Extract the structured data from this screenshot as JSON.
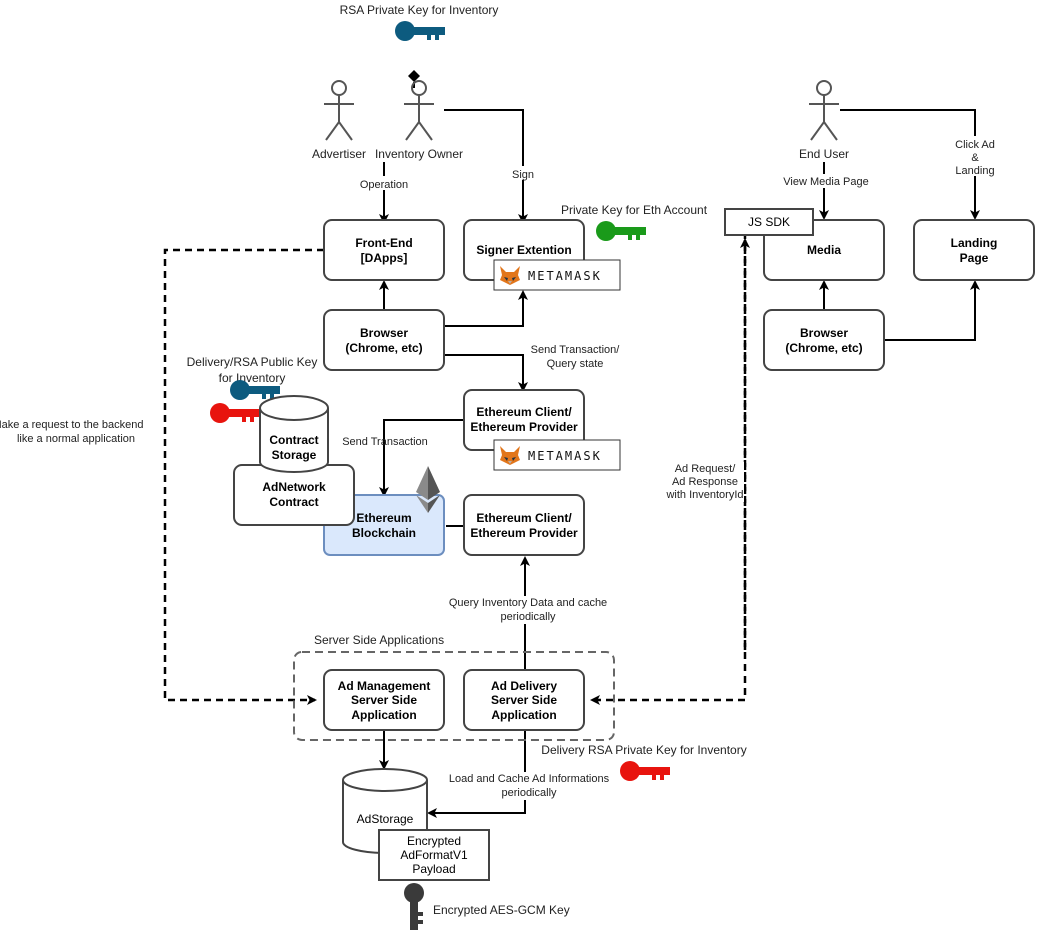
{
  "keys": {
    "rsa_private_inventory": "RSA Private Key for Inventory",
    "private_eth_account": "Private Key for Eth Account",
    "delivery_rsa_public": "Delivery/RSA Public Key for Inventory",
    "delivery_rsa_private": "Delivery RSA Private Key for Inventory",
    "encrypted_aes": "Encrypted AES-GCM Key"
  },
  "actors": {
    "advertiser": "Advertiser",
    "inventory_owner": "Inventory Owner",
    "end_user": "End User"
  },
  "nodes": {
    "frontend": [
      "Front-End",
      "[DApps]"
    ],
    "signer": "Signer Extention",
    "metamask": "METAMASK",
    "browser_left": [
      "Browser",
      "(Chrome, etc)"
    ],
    "eth_client_top": [
      "Ethereum Client/",
      "Ethereum Provider"
    ],
    "contract_storage": [
      "Contract",
      "Storage"
    ],
    "adnetwork_contract": [
      "AdNetwork",
      "Contract"
    ],
    "eth_blockchain": [
      "Ethereum",
      "Blockchain"
    ],
    "eth_client_bottom": [
      "Ethereum Client/",
      "Ethereum Provider"
    ],
    "server_group": "Server Side Applications",
    "ad_management": [
      "Ad Management",
      "Server Side",
      "Application"
    ],
    "ad_delivery": [
      "Ad Delivery",
      "Server Side",
      "Application"
    ],
    "adstorage": "AdStorage",
    "encrypted_payload": [
      "Encrypted",
      "AdFormatV1",
      "Payload"
    ],
    "js_sdk": "JS SDK",
    "media": "Media",
    "landing": [
      "Landing",
      "Page"
    ],
    "browser_right": [
      "Browser",
      "(Chrome, etc)"
    ]
  },
  "edge_labels": {
    "operation": "Operation",
    "sign": "Sign",
    "send_tx_query": [
      "Send Transaction/",
      "Query state"
    ],
    "send_tx": "Send Transaction",
    "make_request": [
      "Make a request to the backend",
      "like a normal application"
    ],
    "query_inventory": [
      "Query Inventory Data and cache",
      "periodically"
    ],
    "load_cache": [
      "Load and Cache Ad Informations",
      "periodically"
    ],
    "ad_request": [
      "Ad Request/",
      "Ad Response",
      "with InventoryId"
    ],
    "view_media": "View Media Page",
    "click_ad": [
      "Click Ad",
      "&",
      "Landing"
    ]
  },
  "colors": {
    "key_blue": "#0d5b7f",
    "key_green": "#1a9a1a",
    "key_red": "#e8140e",
    "key_dark": "#3a3a3a",
    "blockchain_fill": "#dae8fc",
    "blockchain_stroke": "#6c8ebf",
    "metamask_orange": "#e2761b"
  }
}
